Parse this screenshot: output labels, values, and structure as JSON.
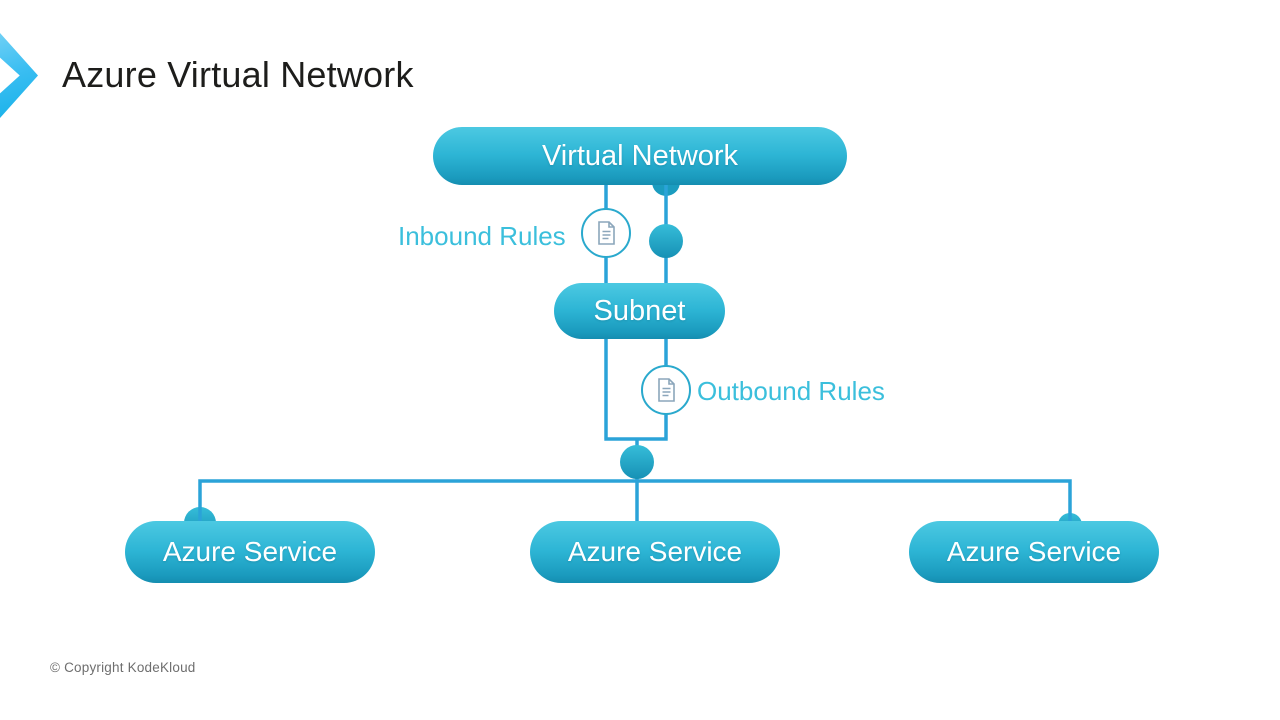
{
  "slide": {
    "title": "Azure Virtual Network",
    "copyright": "© Copyright KodeKloud"
  },
  "diagram": {
    "type": "hierarchy",
    "nodes": {
      "virtual_network": {
        "label": "Virtual Network"
      },
      "subnet": {
        "label": "Subnet"
      },
      "service_1": {
        "label": "Azure Service"
      },
      "service_2": {
        "label": "Azure Service"
      },
      "service_3": {
        "label": "Azure Service"
      }
    },
    "edge_labels": {
      "inbound": "Inbound Rules",
      "outbound": "Outbound Rules"
    },
    "icons": {
      "inbound_icon": "document-icon",
      "outbound_icon": "document-icon",
      "title_bullet": "chevron-right-icon"
    },
    "structure": [
      "Virtual Network -> Subnet (via Inbound Rules)",
      "Subnet -> Azure Service x3 (via Outbound Rules)"
    ]
  },
  "colors": {
    "background": "#ffffff",
    "title_text": "#1d1d1b",
    "pill_gradient_top": "#4cc9e2",
    "pill_gradient_bottom": "#158db0",
    "connector_line": "#2ba3d8",
    "node_circle": "#1e9fc2",
    "rule_label_text": "#3bbfdc",
    "doc_circle_border": "#2aa9cd",
    "doc_icon_stroke": "#8ba6bb",
    "chevron_accent": "#2bbcf0",
    "copyright_text": "#6e6e6e"
  }
}
